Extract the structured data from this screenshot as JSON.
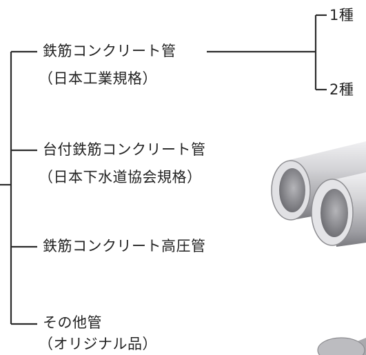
{
  "colors": {
    "line": "#2a2a2a",
    "text": "#222222",
    "pipe_light": "#d9d9dc",
    "pipe_mid": "#a9a9ad",
    "pipe_dark": "#6d6d72"
  },
  "tree": {
    "items": [
      {
        "label": "鉄筋コンクリート管",
        "sub": "（日本工業規格）"
      },
      {
        "label": "台付鉄筋コンクリート管",
        "sub": "（日本下水道協会規格）"
      },
      {
        "label": "鉄筋コンクリート高圧管",
        "sub": ""
      },
      {
        "label": "その他管",
        "sub": "（オリジナル品）"
      }
    ],
    "grades": [
      {
        "label": "1種"
      },
      {
        "label": "2種"
      }
    ]
  },
  "images": {
    "pipes_icon": "concrete-pipes-image"
  }
}
